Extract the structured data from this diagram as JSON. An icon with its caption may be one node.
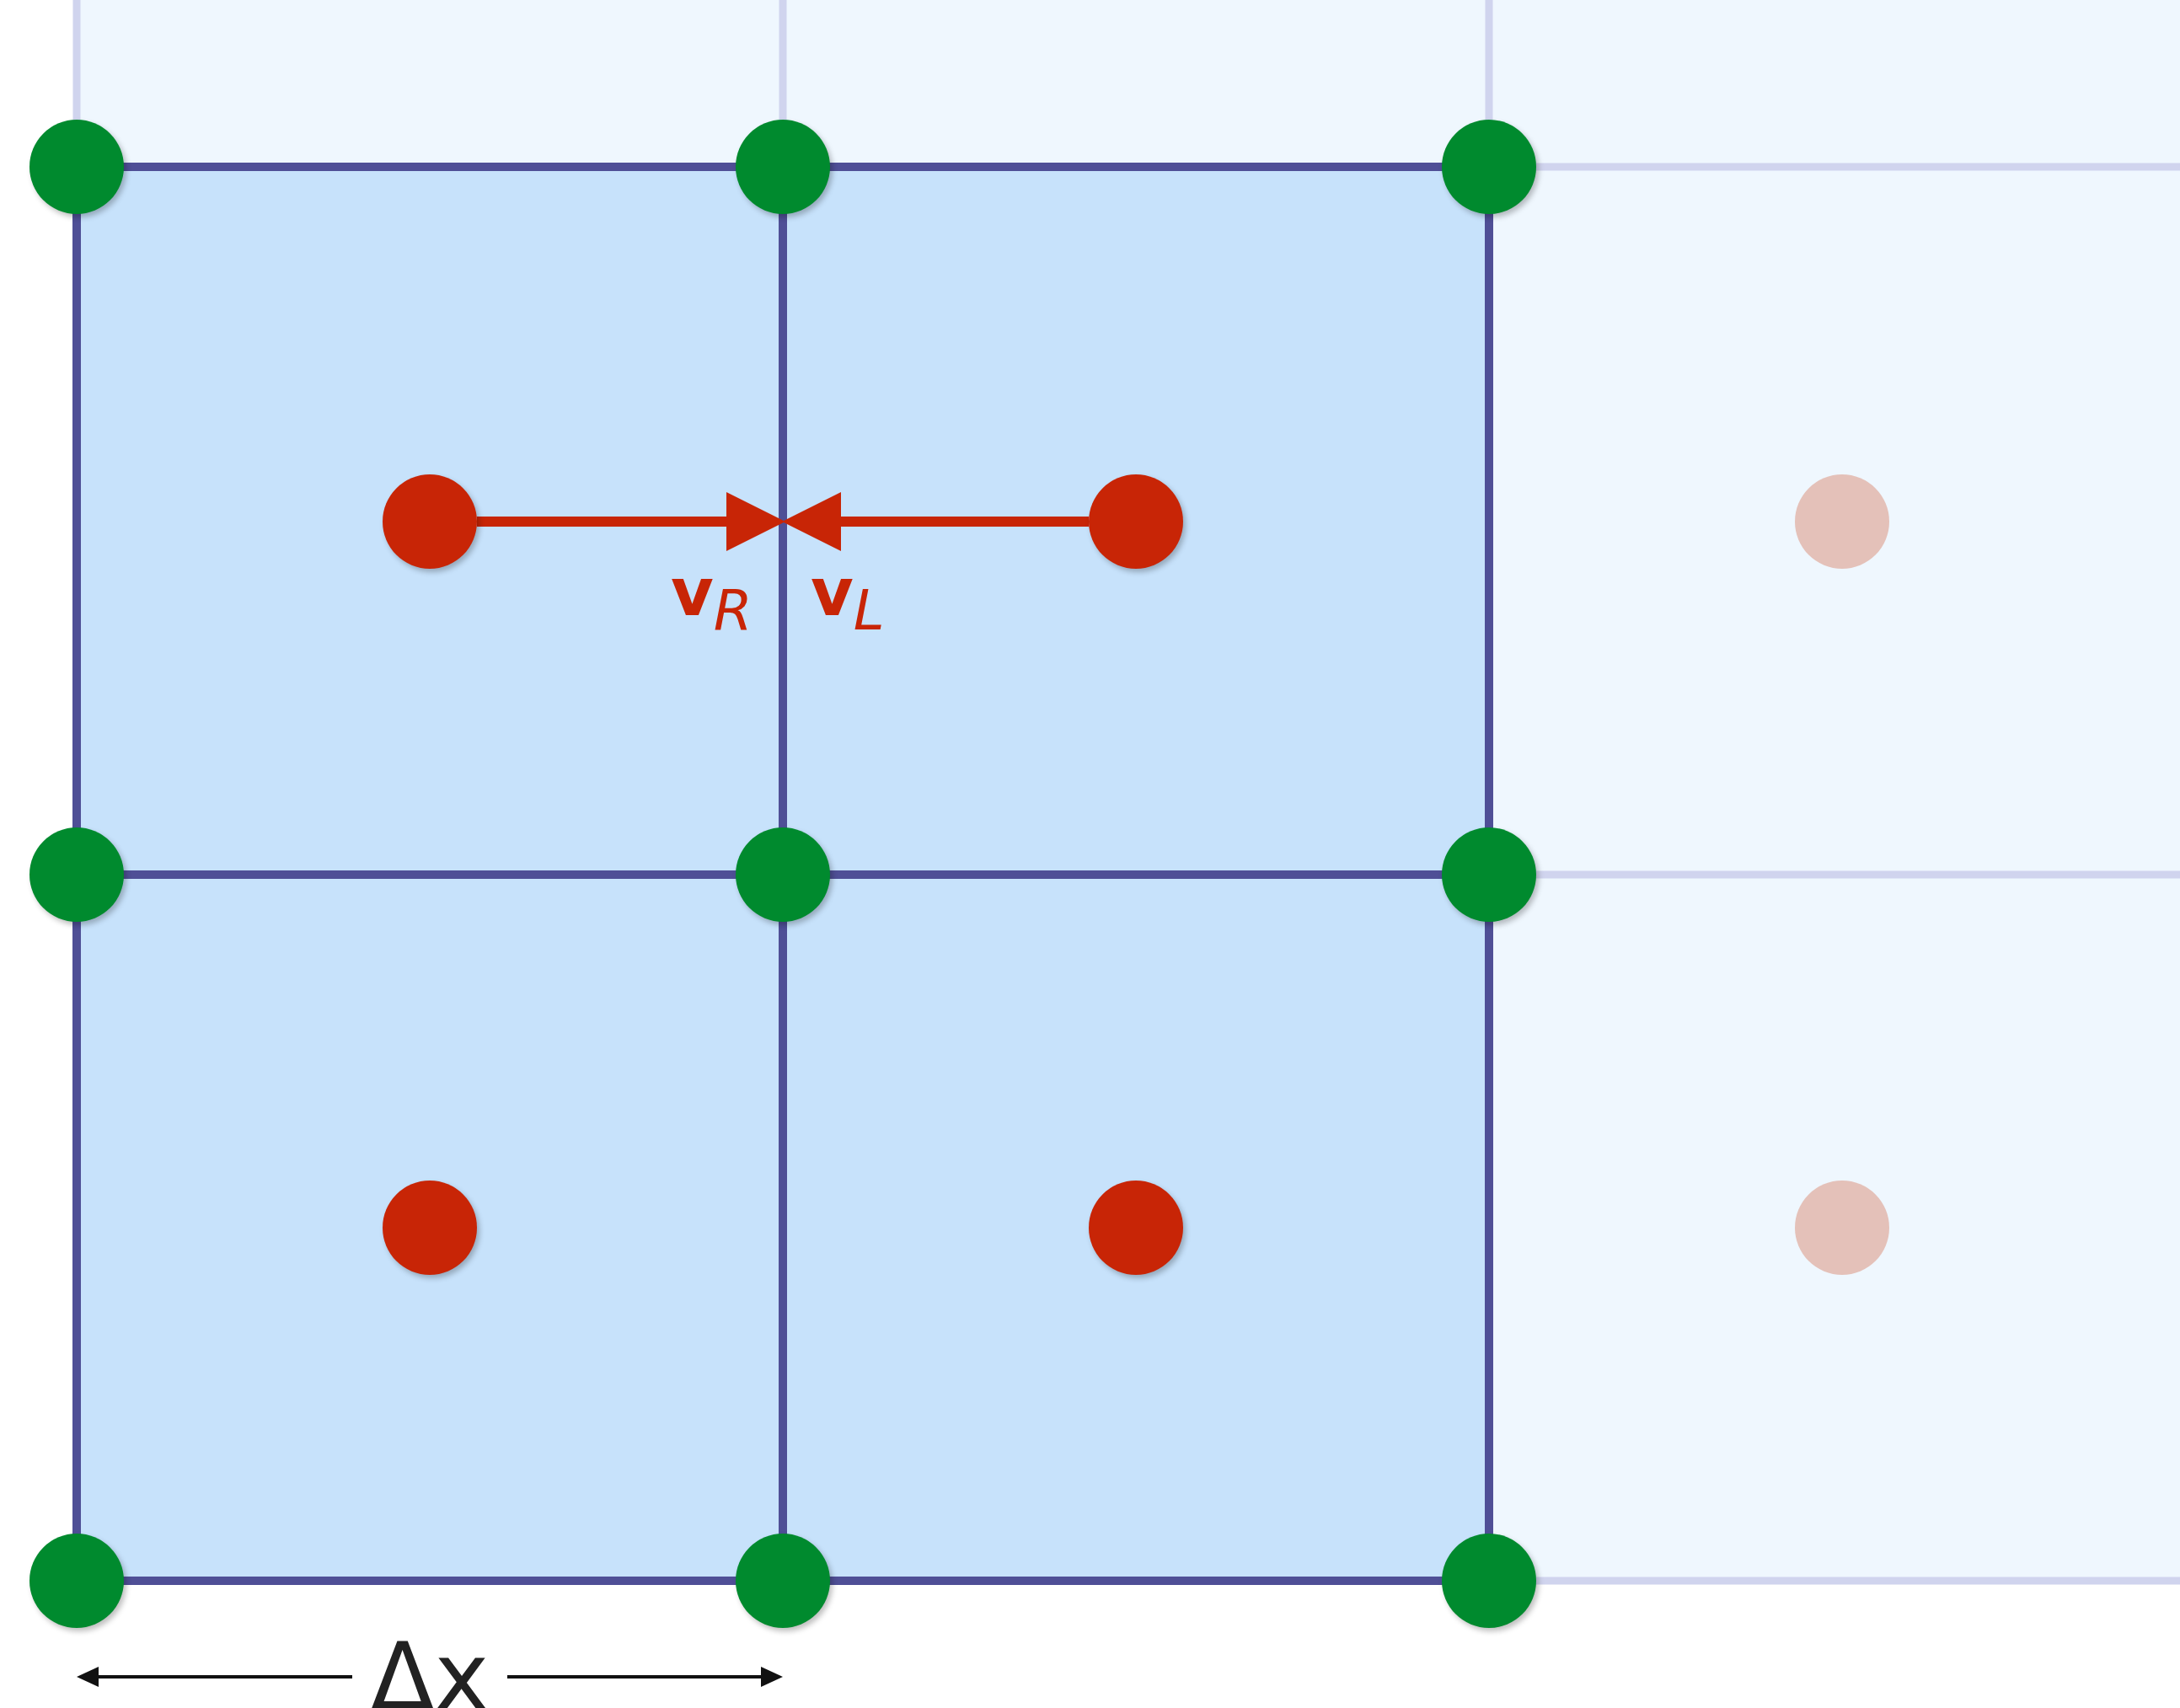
{
  "diagram": {
    "nodes": [
      {
        "text": [],
        "shape": "circle"
      },
      {
        "text": [],
        "shape": "circle"
      },
      {
        "text": [],
        "shape": "circle"
      },
      {
        "text": [],
        "shape": "circle"
      },
      {
        "text": [],
        "shape": "circle"
      },
      {
        "text": [],
        "shape": "circle"
      },
      {
        "text": [],
        "shape": "circle"
      },
      {
        "text": [],
        "shape": "circle"
      },
      {
        "text": [],
        "shape": "circle"
      },
      {
        "text": [],
        "shape": "circle"
      },
      {
        "text": [],
        "shape": "circle"
      },
      {
        "text": [],
        "shape": "circle"
      },
      {
        "text": [],
        "shape": "circle"
      },
      {
        "text": [],
        "shape": "circle"
      },
      {
        "text": [],
        "shape": "circle"
      }
    ],
    "edges": [
      {
        "from": 3,
        "to": null,
        "arrow": "to"
      },
      {
        "from": 4,
        "to": null,
        "arrow": "to"
      }
    ],
    "labels": [
      "**v**$_{R}$",
      "**v**$_{L}$",
      "Δx"
    ]
  }
}
